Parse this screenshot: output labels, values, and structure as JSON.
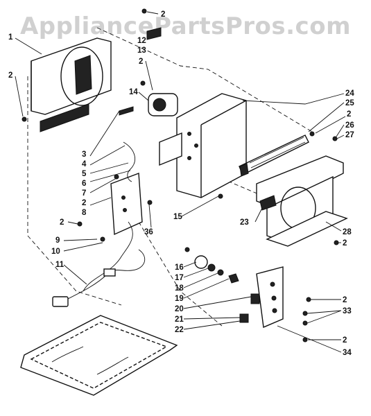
{
  "diagram": {
    "watermark": "AppliancePartsPros.com",
    "labels": [
      "1",
      "2",
      "2",
      "3",
      "4",
      "5",
      "6",
      "7",
      "2",
      "8",
      "2",
      "9",
      "10",
      "11",
      "12",
      "13",
      "2",
      "14",
      "24",
      "25",
      "2",
      "26",
      "27",
      "15",
      "36",
      "23",
      "28",
      "2",
      "16",
      "17",
      "18",
      "19",
      "20",
      "21",
      "22",
      "2",
      "33",
      "2",
      "34"
    ]
  }
}
